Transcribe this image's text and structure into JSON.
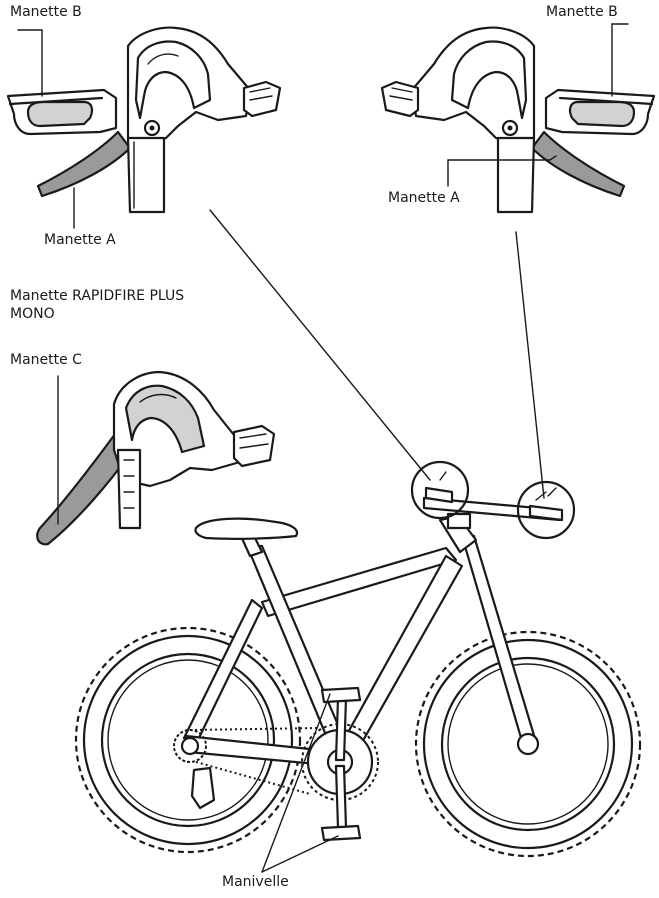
{
  "labels": {
    "lever_b_left": "Manette B",
    "lever_b_right": "Manette B",
    "lever_a_left": "Manette A",
    "lever_a_right": "Manette A",
    "rapidfire_line1": "Manette RAPIDFIRE PLUS",
    "rapidfire_line2": "MONO",
    "lever_c": "Manette C",
    "crank": "Manivelle"
  }
}
